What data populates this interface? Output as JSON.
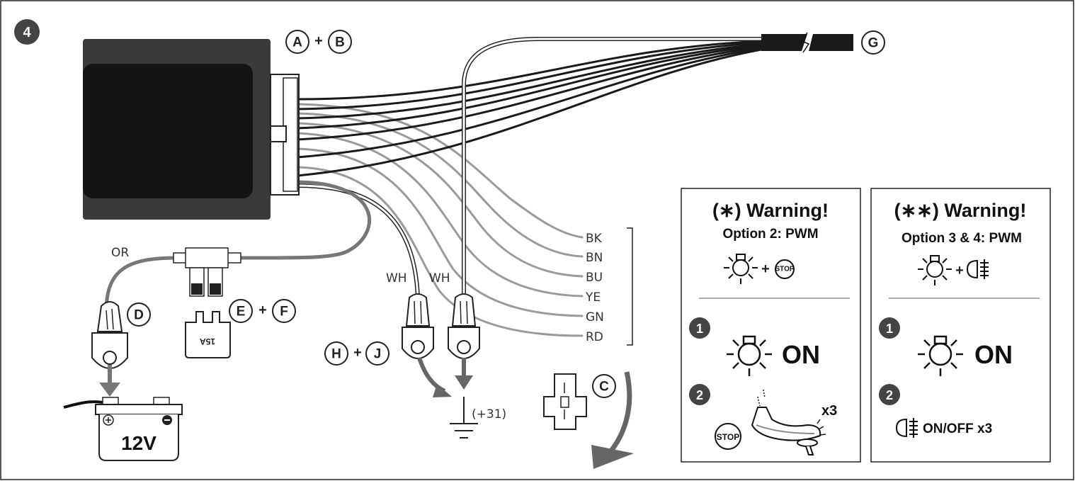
{
  "figure_number": "4",
  "callouts": {
    "a": "A",
    "b": "B",
    "c": "C",
    "d": "D",
    "e": "E",
    "f": "F",
    "g": "G",
    "h": "H",
    "j": "J",
    "plus": "+"
  },
  "wires": {
    "or_label": "OR",
    "wh_left": "WH",
    "wh_right": "WH",
    "colors": [
      "BK",
      "BN",
      "BU",
      "YE",
      "GN",
      "RD"
    ]
  },
  "fuse_rating": "15A",
  "ground_label": "(+31)",
  "battery": {
    "label": "12V",
    "plus": "+",
    "minus": "−"
  },
  "warning1": {
    "title": "(∗) Warning!",
    "subtitle": "Option 2: PWM",
    "plus": "+",
    "stop": "STOP",
    "step1_num": "1",
    "step1_text": "ON",
    "step2_num": "2",
    "step2_stop": "STOP",
    "step2_x": "x3"
  },
  "warning2": {
    "title": "(∗∗) Warning!",
    "subtitle": "Option 3 & 4: PWM",
    "plus": "+",
    "step1_num": "1",
    "step1_text": "ON",
    "step2_num": "2",
    "step2_text": "ON/OFF x3"
  },
  "icons": [
    "parking-light-icon",
    "stop-sign-icon",
    "fog-light-icon",
    "foot-pedal-icon",
    "ground-icon",
    "battery-icon",
    "fuse-icon",
    "connector-icon"
  ],
  "colors": {
    "module": "#3a3a3a",
    "module_face": "#141414",
    "wire_black": "#1a1a1a",
    "wire_grey": "#9a9a9a",
    "frame": "#222222"
  }
}
